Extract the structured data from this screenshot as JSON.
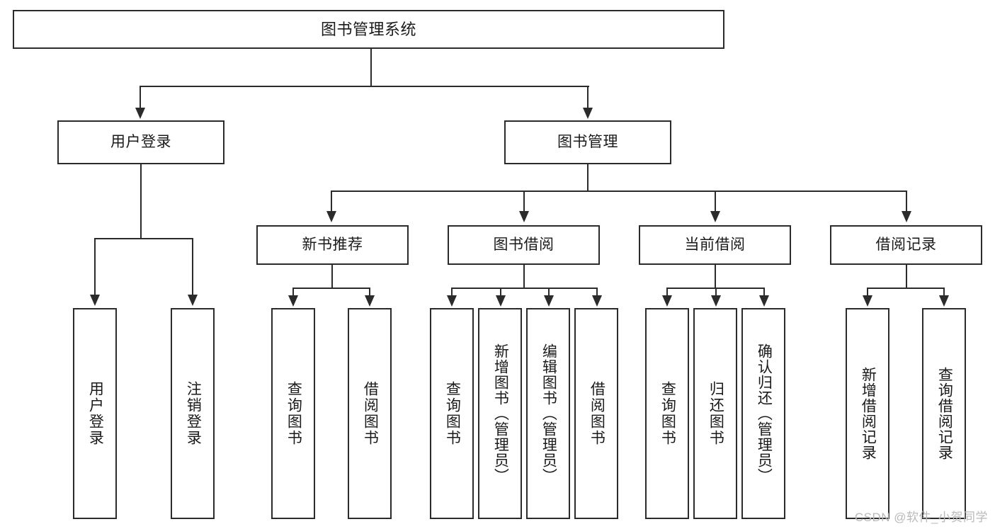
{
  "diagram": {
    "title": "图书管理系统",
    "type": "tree-hierarchy",
    "orientation": "top-down",
    "colors": {
      "box_border": "#2b2b2b",
      "box_fill": "#ffffff",
      "connector": "#2b2b2b",
      "text": "#1a1a1a",
      "watermark": "#b9b9b9",
      "background": "#ffffff"
    }
  },
  "root": {
    "label": "图书管理系统"
  },
  "level1": [
    {
      "label": "用户登录"
    },
    {
      "label": "图书管理"
    }
  ],
  "level2": [
    {
      "label": "新书推荐"
    },
    {
      "label": "图书借阅"
    },
    {
      "label": "当前借阅"
    },
    {
      "label": "借阅记录"
    }
  ],
  "leaves": {
    "user_login": [
      {
        "label": "用户登录"
      },
      {
        "label": "注销登录"
      }
    ],
    "new_book_recommend": [
      {
        "label": "查询图书"
      },
      {
        "label": "借阅图书"
      }
    ],
    "book_borrow": [
      {
        "label": "查询图书"
      },
      {
        "label": "新增图书（管理员）"
      },
      {
        "label": "编辑图书（管理员）"
      },
      {
        "label": "借阅图书"
      }
    ],
    "current_borrow": [
      {
        "label": "查询图书"
      },
      {
        "label": "归还图书"
      },
      {
        "label": "确认归还（管理员）"
      }
    ],
    "borrow_record": [
      {
        "label": "新增借阅记录"
      },
      {
        "label": "查询借阅记录"
      }
    ]
  },
  "watermark": {
    "text": "CSDN @软件_小贺同学"
  }
}
